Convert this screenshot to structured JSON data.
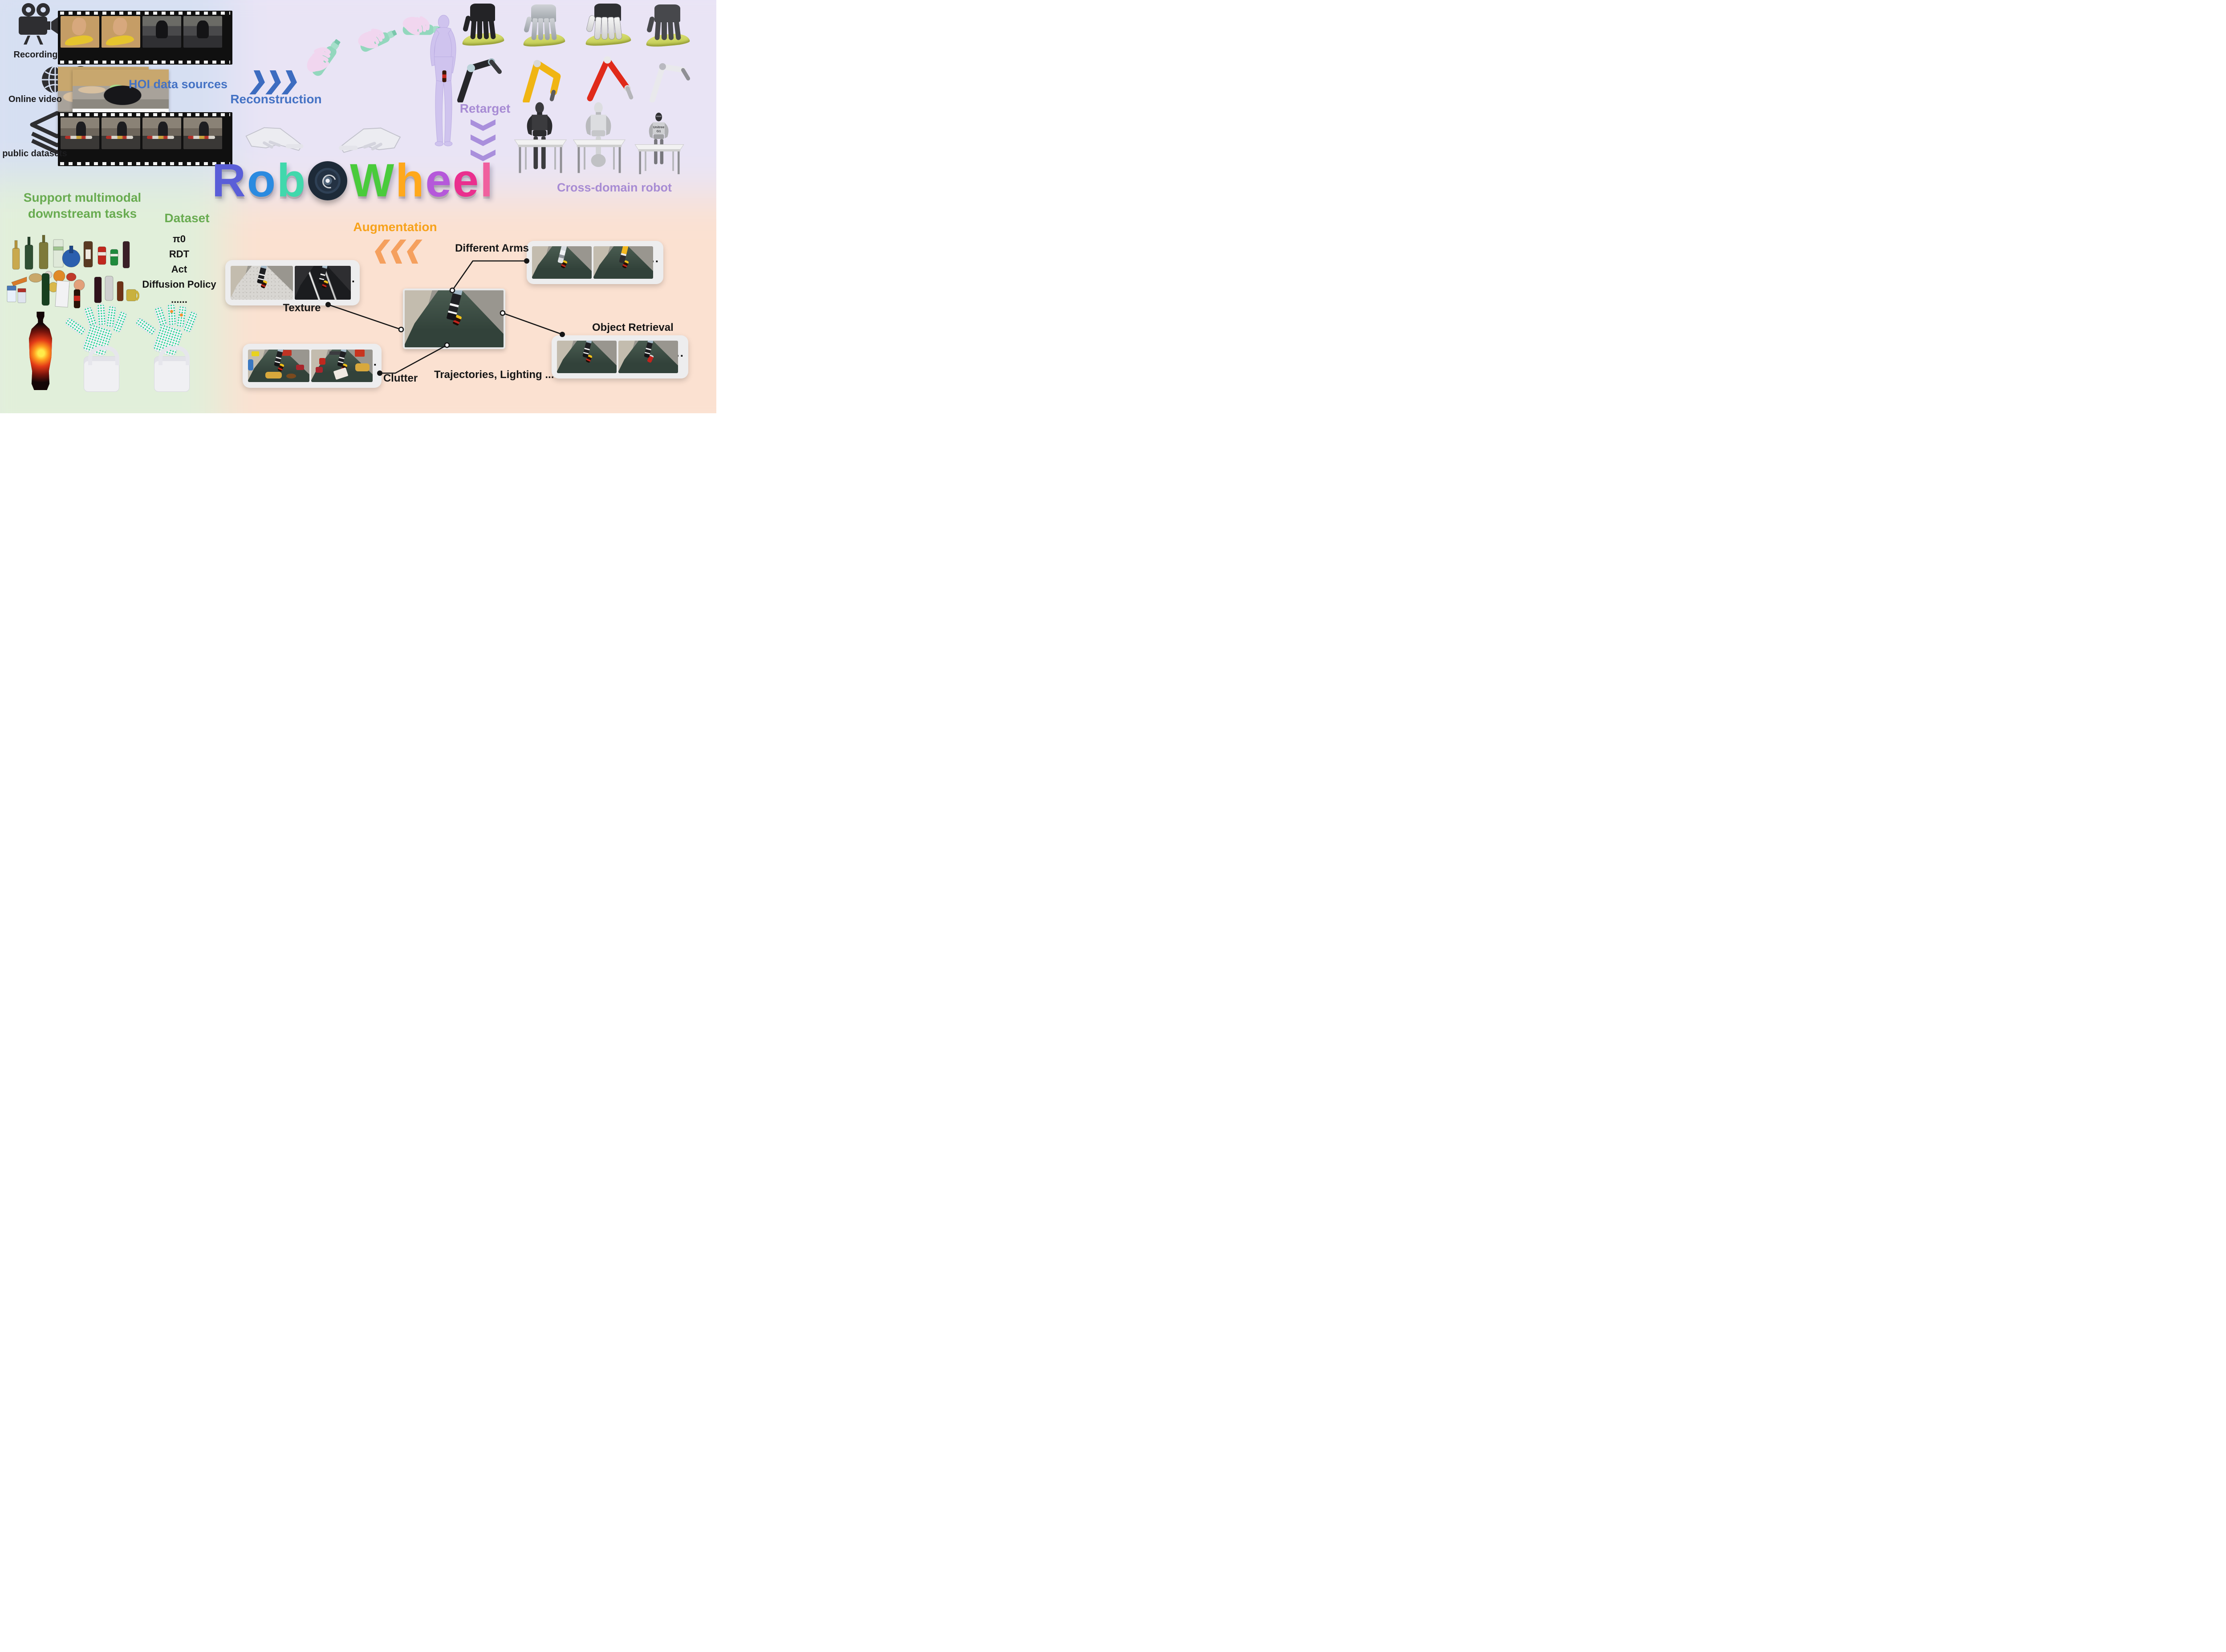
{
  "figure_title": "RoboWheel",
  "colors": {
    "bg_top_left": "#d6dff2",
    "bg_top_right": "#e9e4f5",
    "bg_bottom_left": "#e1efda",
    "bg_bottom_right": "#fbe1d1",
    "blue_text": "#4472c4",
    "purple_text": "#a78bd4",
    "green_text": "#68ab50",
    "orange_text": "#f7a21b",
    "black_text": "#161616",
    "video_progress": "#f07a4a"
  },
  "sources": {
    "heading": "HOI data sources",
    "items": [
      {
        "label": "Recording",
        "icon": "video-camera-icon"
      },
      {
        "label": "Online video",
        "icon": "globe-search-icon"
      },
      {
        "label": "public datasets",
        "icon": "layers-icon"
      }
    ]
  },
  "flow": {
    "reconstruction": "Reconstruction",
    "retarget": "Retarget",
    "augmentation": "Augmentation",
    "cross_domain": "Cross-domain robot"
  },
  "logo": {
    "word": "RoboWheel",
    "letters": [
      {
        "char": "R",
        "color": "#5a5ed8"
      },
      {
        "char": "o",
        "color": "#2b8ae0"
      },
      {
        "char": "b",
        "color": "#41d8ac"
      },
      {
        "char": "o",
        "color": "#223447",
        "style": "wheel"
      },
      {
        "char": "W",
        "color": "#49cb3b"
      },
      {
        "char": "h",
        "color": "#ffa81c"
      },
      {
        "char": "e",
        "color": "#b558da"
      },
      {
        "char": "e",
        "color": "#ea2f8e"
      },
      {
        "char": "l",
        "color": "#f0609e"
      }
    ]
  },
  "downstream": {
    "line1": "Support multimodal",
    "line2": "downstream tasks"
  },
  "dataset": {
    "heading": "Dataset",
    "items": [
      "π0",
      "RDT",
      "Act",
      "Diffusion Policy",
      "......"
    ]
  },
  "augmentation_cards": {
    "texture": {
      "label": "Texture",
      "more": "..."
    },
    "different_arms": {
      "label": "Different Arms",
      "more": "..."
    },
    "clutter": {
      "label": "Clutter",
      "more": "..."
    },
    "object_retrieval": {
      "label": "Object Retrieval",
      "more": "..."
    },
    "other_factors": "Trajectories, Lighting ..."
  },
  "robots": {
    "unitree_label_line1": "Unitree",
    "unitree_label_line2": "G1"
  }
}
